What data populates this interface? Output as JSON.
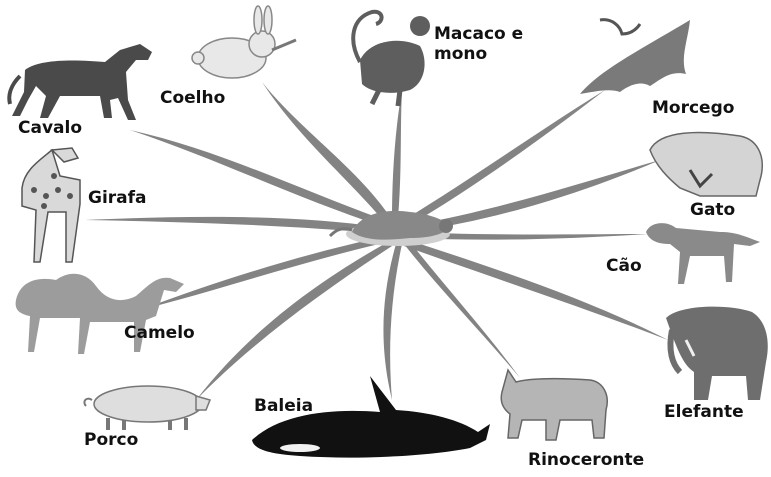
{
  "diagram": {
    "center": {
      "name": "central-mammal-ancestor"
    },
    "animals": [
      {
        "id": "cavalo",
        "label": "Cavalo"
      },
      {
        "id": "coelho",
        "label": "Coelho"
      },
      {
        "id": "macaco",
        "label": "Macaco e mono"
      },
      {
        "id": "morcego",
        "label": "Morcego"
      },
      {
        "id": "girafa",
        "label": "Girafa"
      },
      {
        "id": "gato",
        "label": "Gato"
      },
      {
        "id": "cao",
        "label": "Cão"
      },
      {
        "id": "camelo",
        "label": "Camelo"
      },
      {
        "id": "elefante",
        "label": "Elefante"
      },
      {
        "id": "porco",
        "label": "Porco"
      },
      {
        "id": "baleia",
        "label": "Baleia"
      },
      {
        "id": "rinoceronte",
        "label": "Rinoceronte"
      }
    ]
  }
}
